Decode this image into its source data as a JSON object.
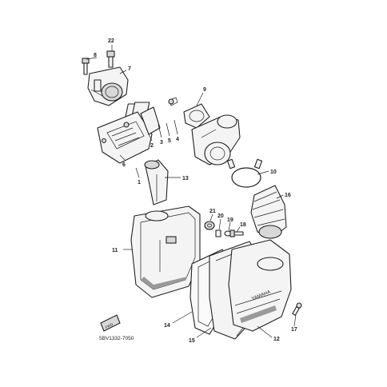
{
  "diagram": {
    "callouts": [
      {
        "id": "c22",
        "label": "22"
      },
      {
        "id": "c8",
        "label": "8"
      },
      {
        "id": "c7",
        "label": "7"
      },
      {
        "id": "c9",
        "label": "9"
      },
      {
        "id": "c4",
        "label": "4"
      },
      {
        "id": "c5",
        "label": "5"
      },
      {
        "id": "c3",
        "label": "3"
      },
      {
        "id": "c2",
        "label": "2"
      },
      {
        "id": "c6",
        "label": "6"
      },
      {
        "id": "c1",
        "label": "1"
      },
      {
        "id": "c13",
        "label": "13"
      },
      {
        "id": "c10",
        "label": "10"
      },
      {
        "id": "c16",
        "label": "16"
      },
      {
        "id": "c21",
        "label": "21"
      },
      {
        "id": "c20",
        "label": "20"
      },
      {
        "id": "c19",
        "label": "19"
      },
      {
        "id": "c18",
        "label": "18"
      },
      {
        "id": "c11",
        "label": "11"
      },
      {
        "id": "c14",
        "label": "14"
      },
      {
        "id": "c15",
        "label": "15"
      },
      {
        "id": "c12",
        "label": "12"
      },
      {
        "id": "c17",
        "label": "17"
      }
    ],
    "part_code": "5BV1332-7050",
    "fwd_label": "FWD",
    "brand_mark": "YAMAHA"
  }
}
